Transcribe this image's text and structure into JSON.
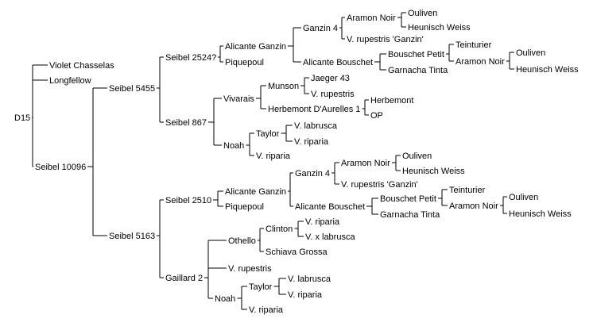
{
  "colors": {
    "background": "#ffffff",
    "text": "#000000",
    "lines": "#000000"
  },
  "tree": {
    "name": "D15",
    "children": [
      {
        "name": "Violet Chasselas"
      },
      {
        "name": "Longfellow"
      },
      {
        "name": "Seibel 10096",
        "children": [
          {
            "name": "Seibel 5455",
            "children": [
              {
                "name": "Seibel 2524?",
                "children": [
                  {
                    "name": "Alicante Ganzin",
                    "children": [
                      {
                        "name": "Ganzin 4",
                        "children": [
                          {
                            "name": "Aramon Noir",
                            "children": [
                              {
                                "name": "Ouliven"
                              },
                              {
                                "name": "Heunisch Weiss"
                              }
                            ]
                          },
                          {
                            "name": "V. rupestris 'Ganzin'"
                          }
                        ]
                      },
                      {
                        "name": "Alicante Bouschet",
                        "children": [
                          {
                            "name": "Bouschet Petit",
                            "children": [
                              {
                                "name": "Teinturier"
                              },
                              {
                                "name": "Aramon Noir",
                                "children": [
                                  {
                                    "name": "Ouliven"
                                  },
                                  {
                                    "name": "Heunisch Weiss"
                                  }
                                ]
                              }
                            ]
                          },
                          {
                            "name": "Garnacha Tinta"
                          }
                        ]
                      }
                    ]
                  },
                  {
                    "name": "Piquepoul"
                  }
                ]
              },
              {
                "name": "Seibel 867",
                "children": [
                  {
                    "name": "Vivarais",
                    "children": [
                      {
                        "name": "Munson",
                        "children": [
                          {
                            "name": "Jaeger 43"
                          },
                          {
                            "name": "V. rupestris"
                          }
                        ]
                      },
                      {
                        "name": "Herbemont D'Aurelles 1",
                        "children": [
                          {
                            "name": "Herbemont"
                          },
                          {
                            "name": "OP"
                          }
                        ]
                      }
                    ]
                  },
                  {
                    "name": "Noah",
                    "children": [
                      {
                        "name": "Taylor",
                        "children": [
                          {
                            "name": "V. labrusca"
                          },
                          {
                            "name": "V. riparia"
                          }
                        ]
                      },
                      {
                        "name": "V. riparia"
                      }
                    ]
                  }
                ]
              }
            ]
          },
          {
            "name": "Seibel 5163",
            "children": [
              {
                "name": "Seibel 2510",
                "children": [
                  {
                    "name": "Alicante Ganzin",
                    "children": [
                      {
                        "name": "Ganzin 4",
                        "children": [
                          {
                            "name": "Aramon Noir",
                            "children": [
                              {
                                "name": "Ouliven"
                              },
                              {
                                "name": "Heunisch Weiss"
                              }
                            ]
                          },
                          {
                            "name": "V. rupestris 'Ganzin'"
                          }
                        ]
                      },
                      {
                        "name": "Alicante Bouschet",
                        "children": [
                          {
                            "name": "Bouschet Petit",
                            "children": [
                              {
                                "name": "Teinturier"
                              },
                              {
                                "name": "Aramon Noir",
                                "children": [
                                  {
                                    "name": "Ouliven"
                                  },
                                  {
                                    "name": "Heunisch Weiss"
                                  }
                                ]
                              }
                            ]
                          },
                          {
                            "name": "Garnacha Tinta"
                          }
                        ]
                      }
                    ]
                  },
                  {
                    "name": "Piquepoul"
                  }
                ]
              },
              {
                "name": "Gaillard 2",
                "children": [
                  {
                    "name": "Othello",
                    "children": [
                      {
                        "name": "Clinton",
                        "children": [
                          {
                            "name": "V. riparia"
                          },
                          {
                            "name": "V. x labrusca"
                          }
                        ]
                      },
                      {
                        "name": "Schiava Grossa"
                      }
                    ]
                  },
                  {
                    "name": "V. rupestris"
                  },
                  {
                    "name": "Noah",
                    "children": [
                      {
                        "name": "Taylor",
                        "children": [
                          {
                            "name": "V. labrusca"
                          },
                          {
                            "name": "V. riparia"
                          }
                        ]
                      },
                      {
                        "name": "V. riparia"
                      }
                    ]
                  }
                ]
              }
            ]
          }
        ]
      }
    ]
  }
}
